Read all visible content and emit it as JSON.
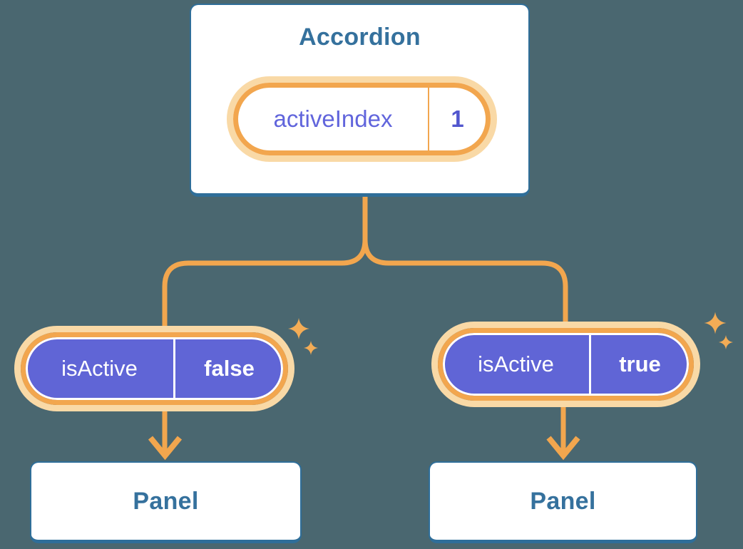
{
  "colors": {
    "background": "#4A6770",
    "card_border_blue": "#2F6E99",
    "card_bg": "#FFFFFF",
    "heading_text_blue": "#35719D",
    "accent_orange": "#F2A64E",
    "accent_glow_peach": "#F9D9A6",
    "sparkle_orange": "#F3AC56",
    "pill_purple": "#6065D6",
    "state_name_purple": "#6165DC",
    "state_value_purple": "#5257CE",
    "prop_text_white": "#FFFFFF"
  },
  "icons": {
    "sparkle": "four-point-star",
    "arrow": "down-arrow-chevron"
  },
  "root": {
    "title": "Accordion",
    "state": {
      "name": "activeIndex",
      "value": "1"
    }
  },
  "children": [
    {
      "prop": {
        "name": "isActive",
        "value": "false"
      },
      "panel": {
        "title": "Panel"
      }
    },
    {
      "prop": {
        "name": "isActive",
        "value": "true"
      },
      "panel": {
        "title": "Panel"
      }
    }
  ]
}
